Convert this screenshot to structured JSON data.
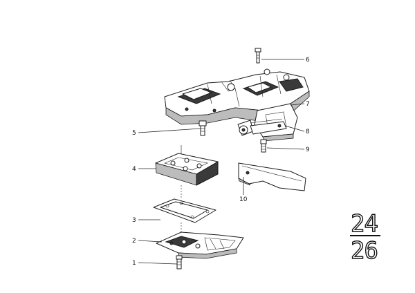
{
  "diagram": {
    "callouts": [
      {
        "id": "1",
        "label": "1"
      },
      {
        "id": "2",
        "label": "2"
      },
      {
        "id": "3",
        "label": "3"
      },
      {
        "id": "4",
        "label": "4"
      },
      {
        "id": "5",
        "label": "5"
      },
      {
        "id": "6",
        "label": "6"
      },
      {
        "id": "7",
        "label": "7"
      },
      {
        "id": "8",
        "label": "8"
      },
      {
        "id": "9",
        "label": "9"
      },
      {
        "id": "10",
        "label": "10"
      }
    ],
    "group_code": {
      "top": "24",
      "bottom": "26"
    }
  }
}
